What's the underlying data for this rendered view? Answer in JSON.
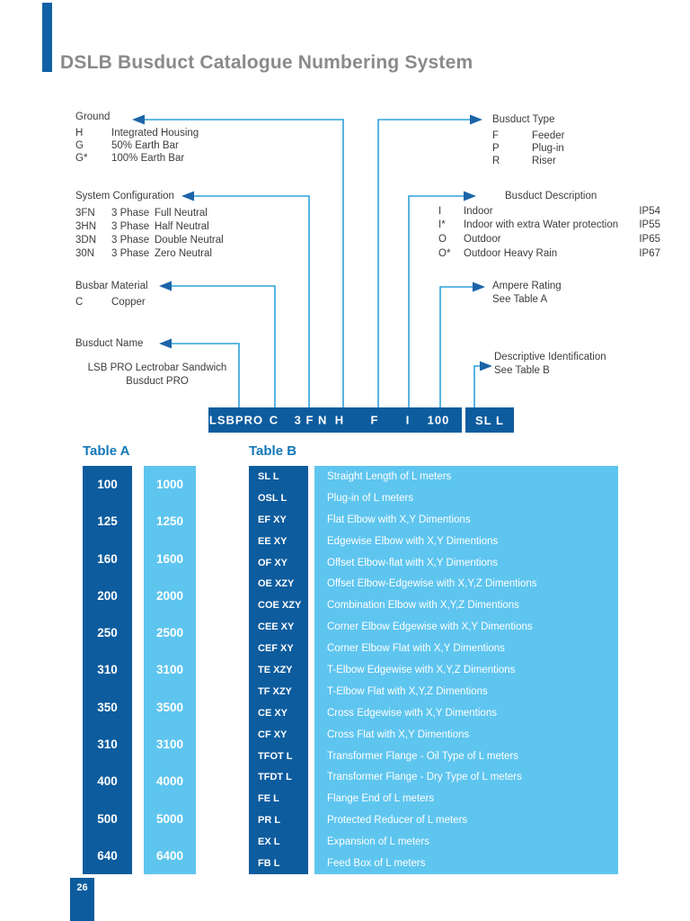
{
  "page": {
    "title": "DSLB Busduct Catalogue Numbering System",
    "page_number": "26"
  },
  "colors": {
    "dark_blue": "#0d5c9e",
    "light_blue": "#5ec5ef",
    "line_blue": "#2fa2da",
    "arrow_blue": "#1c64a8",
    "title_gray": "#8a8a8a",
    "table_title_blue": "#1478b8"
  },
  "callouts": {
    "ground": {
      "title": "Ground",
      "rows": [
        {
          "code": "H",
          "desc": "Integrated Housing"
        },
        {
          "code": "G",
          "desc": "50%  Earth Bar"
        },
        {
          "code": "G*",
          "desc": "100%  Earth Bar"
        }
      ]
    },
    "busduct_type": {
      "title": "Busduct Type",
      "rows": [
        {
          "code": "F",
          "desc": "Feeder"
        },
        {
          "code": "P",
          "desc": "Plug-in"
        },
        {
          "code": "R",
          "desc": "Riser"
        }
      ]
    },
    "system_configuration": {
      "title": "System Configuration",
      "rows": [
        {
          "code": "3FN",
          "phase": "3 Phase",
          "desc": "Full Neutral"
        },
        {
          "code": "3HN",
          "phase": "3 Phase",
          "desc": "Half Neutral"
        },
        {
          "code": "3DN",
          "phase": "3 Phase",
          "desc": "Double Neutral"
        },
        {
          "code": "30N",
          "phase": "3 Phase",
          "desc": "Zero Neutral"
        }
      ]
    },
    "busduct_description": {
      "title": "Busduct Description",
      "rows": [
        {
          "code": "I",
          "desc": "Indoor",
          "ip": "IP54"
        },
        {
          "code": "I*",
          "desc": "Indoor with extra Water protection",
          "ip": "IP55"
        },
        {
          "code": "O",
          "desc": "Outdoor",
          "ip": "IP65"
        },
        {
          "code": "O*",
          "desc": "Outdoor Heavy Rain",
          "ip": "IP67"
        }
      ]
    },
    "busbar_material": {
      "title": "Busbar Material",
      "rows": [
        {
          "code": "C",
          "desc": "Copper"
        }
      ]
    },
    "ampere_rating": {
      "title": "Ampere Rating",
      "subtitle": "See Table A"
    },
    "busduct_name": {
      "title": "Busduct Name",
      "line1": "LSB PRO  Lectrobar Sandwich",
      "line2": "Busduct PRO"
    },
    "descriptive_identification": {
      "title": "Descriptive Identification",
      "subtitle": "See Table B"
    }
  },
  "code_bar": {
    "segments": [
      "LSBPRO",
      "C",
      "3 F N",
      "H",
      "F",
      "I",
      "100"
    ],
    "suffix": "SL L"
  },
  "table_a": {
    "title": "Table A",
    "rows": [
      {
        "amp": "100",
        "alt": "1000"
      },
      {
        "amp": "125",
        "alt": "1250"
      },
      {
        "amp": "160",
        "alt": "1600"
      },
      {
        "amp": "200",
        "alt": "2000"
      },
      {
        "amp": "250",
        "alt": "2500"
      },
      {
        "amp": "310",
        "alt": "3100"
      },
      {
        "amp": "350",
        "alt": "3500"
      },
      {
        "amp": "310",
        "alt": "3100"
      },
      {
        "amp": "400",
        "alt": "4000"
      },
      {
        "amp": "500",
        "alt": "5000"
      },
      {
        "amp": "640",
        "alt": "6400"
      }
    ]
  },
  "table_b": {
    "title": "Table B",
    "rows": [
      {
        "code": "SL L",
        "desc": "Straight Length of L meters"
      },
      {
        "code": "OSL L",
        "desc": "Plug-in of L meters"
      },
      {
        "code": "EF XY",
        "desc": "Flat Elbow with X,Y Dimentions"
      },
      {
        "code": "EE XY",
        "desc": "Edgewise Elbow with X,Y Dimentions"
      },
      {
        "code": "OF XY",
        "desc": "Offset Elbow-flat with X,Y Dimentions"
      },
      {
        "code": "OE XZY",
        "desc": "Offset Elbow-Edgewise with X,Y,Z Dimentions"
      },
      {
        "code": "COE XZY",
        "desc": "Combination Elbow with X,Y,Z Dimentions"
      },
      {
        "code": "CEE XY",
        "desc": "Corner Elbow Edgewise with X,Y Dimentions"
      },
      {
        "code": "CEF XY",
        "desc": "Corner Elbow Flat with X,Y Dimentions"
      },
      {
        "code": "TE XZY",
        "desc": "T-Elbow Edgewise with X,Y,Z Dimentions"
      },
      {
        "code": "TF XZY",
        "desc": "T-Elbow Flat with X,Y,Z Dimentions"
      },
      {
        "code": "CE XY",
        "desc": "Cross Edgewise with X,Y Dimentions"
      },
      {
        "code": "CF XY",
        "desc": "Cross Flat with X,Y Dimentions"
      },
      {
        "code": "TFOT L",
        "desc": "Transformer Flange - Oil Type of L meters"
      },
      {
        "code": "TFDT L",
        "desc": "Transformer Flange - Dry Type of L meters"
      },
      {
        "code": "FE L",
        "desc": "Flange End of L meters"
      },
      {
        "code": "PR L",
        "desc": "Protected Reducer of L meters"
      },
      {
        "code": "EX L",
        "desc": "Expansion of L meters"
      },
      {
        "code": "FB L",
        "desc": "Feed Box of L meters"
      }
    ]
  }
}
